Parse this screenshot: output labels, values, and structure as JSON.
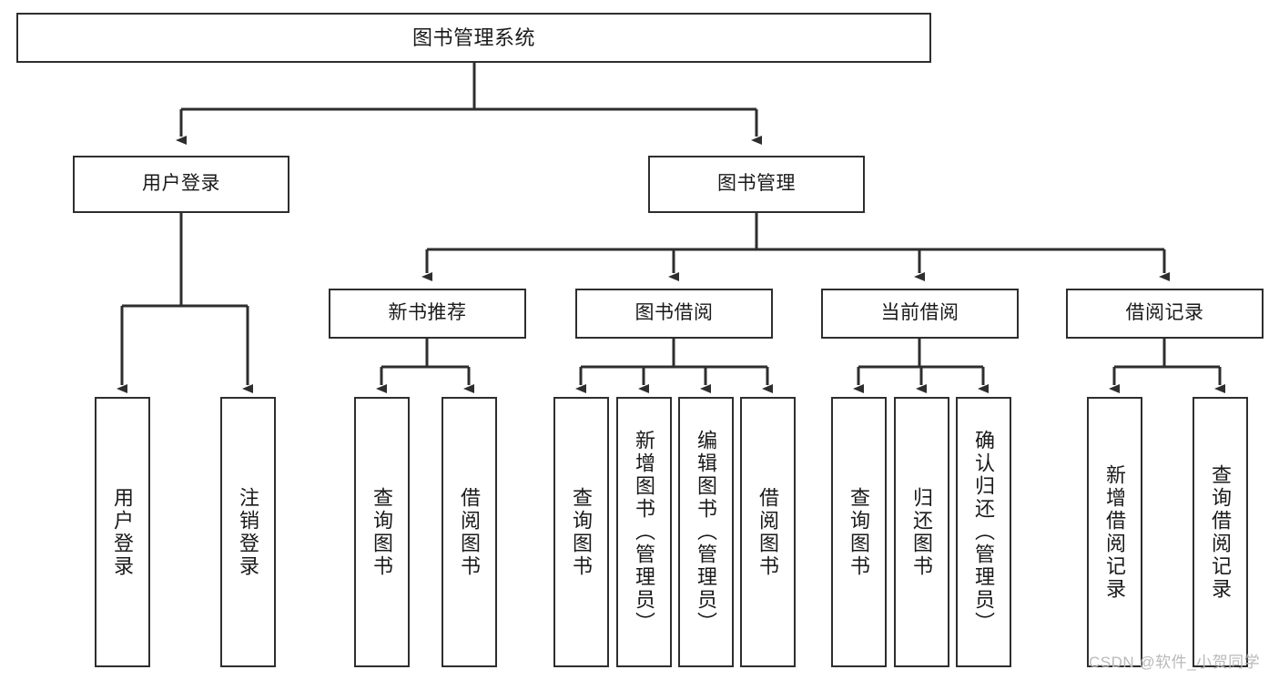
{
  "diagram": {
    "title": "图书管理系统",
    "type": "functional-structure-tree",
    "root": {
      "label": "图书管理系统"
    },
    "level1": [
      {
        "label": "用户登录"
      },
      {
        "label": "图书管理"
      }
    ],
    "level2": [
      {
        "label": "新书推荐"
      },
      {
        "label": "图书借阅"
      },
      {
        "label": "当前借阅"
      },
      {
        "label": "借阅记录"
      }
    ],
    "leaves": {
      "user_login": [
        {
          "label": "用户登录"
        },
        {
          "label": "注销登录"
        }
      ],
      "new_book_recommend": [
        {
          "label": "查询图书"
        },
        {
          "label": "借阅图书"
        }
      ],
      "book_borrow": [
        {
          "label": "查询图书"
        },
        {
          "label": "新增图书（管理员）"
        },
        {
          "label": "编辑图书（管理员）"
        },
        {
          "label": "借阅图书"
        }
      ],
      "current_borrow": [
        {
          "label": "查询图书"
        },
        {
          "label": "归还图书"
        },
        {
          "label": "确认归还（管理员）"
        }
      ],
      "borrow_record": [
        {
          "label": "新增借阅记录"
        },
        {
          "label": "查询借阅记录"
        }
      ]
    },
    "watermark": "CSDN @软件_小贺同学",
    "colors": {
      "stroke": "#2e2e2e",
      "fill": "#ffffff",
      "text": "#1a1a1a",
      "watermark": "#b9b9b9"
    }
  }
}
